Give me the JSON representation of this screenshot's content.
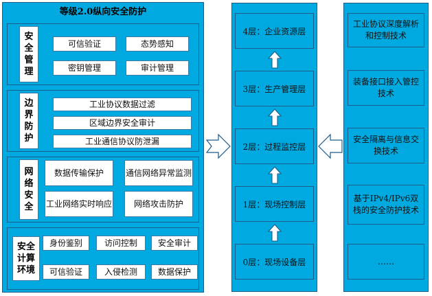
{
  "left": {
    "title": "等级2.0纵向安全防护",
    "security_mgmt": {
      "label": "安全管理",
      "items": [
        "可信验证",
        "态势感知",
        "密钥管理",
        "审计管理"
      ]
    },
    "boundary": {
      "label": "边界防护",
      "items": [
        "工业协议数据过滤",
        "区域边界安全审计",
        "工业通信协议防泄漏"
      ]
    },
    "network": {
      "label": "网络安全",
      "items": [
        "数据传输保护",
        "通信网络异常监测",
        "工业网络实时响应",
        "网络攻击防护"
      ]
    },
    "compute": {
      "label": "安全计算环境",
      "items": [
        "身份鉴别",
        "访问控制",
        "安全审计",
        "可信验证",
        "入侵检测",
        "数据保护"
      ]
    }
  },
  "middle": {
    "layers": [
      "4层：企业资源层",
      "3层：生产管理层",
      "2层：过程监控层",
      "1层：现场控制层",
      "0层：现场设备层"
    ]
  },
  "right": {
    "techs": [
      "工业协议深度解析和控制技术",
      "装备接口接入管控技术",
      "安全隔离与信息交换技术",
      "基于IPv4/IPv6双栈的安全防护技术",
      "……"
    ]
  },
  "colors": {
    "panel": "#00a9e0",
    "border": "#1a5c8a",
    "box": "#ffffff"
  }
}
